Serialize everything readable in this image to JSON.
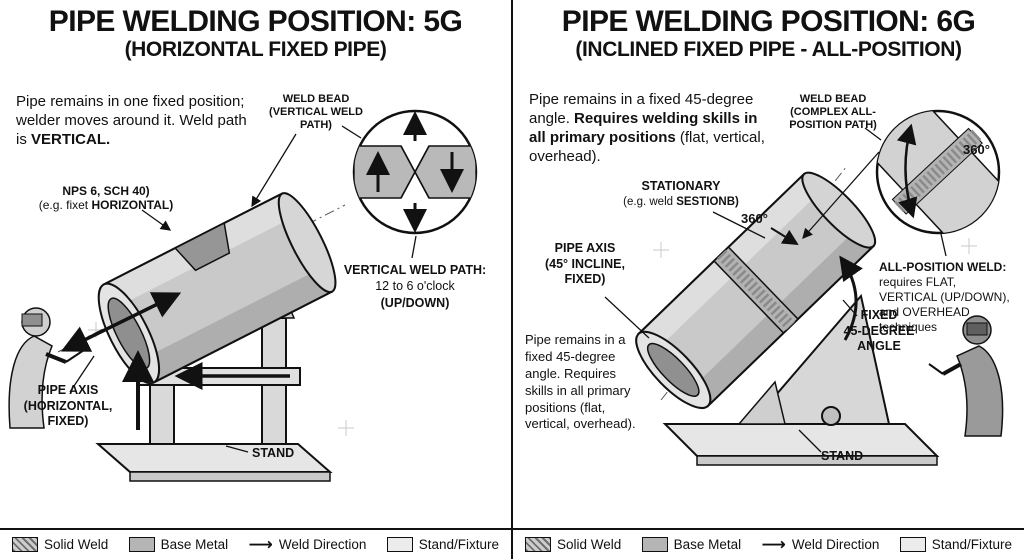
{
  "legend": {
    "items": [
      {
        "label": "Solid Weld",
        "swatch": "hatched"
      },
      {
        "label": "Base Metal",
        "swatch": "solid"
      },
      {
        "label": "Weld Direction",
        "swatch": "arrow",
        "glyph": "⟶"
      },
      {
        "label": "Stand/Fixture",
        "swatch": "light"
      }
    ]
  },
  "panels": [
    {
      "title": "PIPE WELDING POSITION: 5G",
      "subtitle": "(HORIZONTAL FIXED PIPE)",
      "intro": {
        "a": "Pipe remains in one fixed position; welder moves around it. Weld path is ",
        "b": "VERTICAL."
      },
      "labels": {
        "weld_bead": "WELD BEAD\n(VERTICAL WELD\nPATH)",
        "nps_line1": "NPS 6, SCH 40)",
        "nps_line2a": "(e.g. fixet ",
        "nps_line2b": "HORIZONTAL)",
        "weld_path_line1": "VERTICAL WELD PATH:",
        "weld_path_line2": "12 to 6 o'clock",
        "weld_path_line3": "(UP/DOWN)",
        "pipe_axis": "PIPE AXIS\n(HORIZONTAL,\nFIXED)",
        "stand": "STAND"
      }
    },
    {
      "title": "PIPE WELDING POSITION: 6G",
      "subtitle": "(INCLINED FIXED PIPE - ALL-POSITION)",
      "intro": {
        "a": "Pipe remains in a fixed 45-degree angle.  ",
        "b": "Requires welding skills in all primary positions ",
        "c": "(flat, vertical, overhead)."
      },
      "labels": {
        "weld_bead": "WELD BEAD\n(COMPLEX ALL-\nPOSITION PATH)",
        "stationary_line1": "STATIONARY",
        "stationary_line2a": "(e.g. weld ",
        "stationary_line2b": "SESTIONB)",
        "rotation_pipe": "360°",
        "rotation_inset": "360°",
        "pipe_axis": "PIPE AXIS\n(45° INCLINE,\nFIXED)",
        "fixed_angle": "FIXED\n45-DEGREE\nANGLE",
        "all_position_line1": "ALL-POSITION WELD:",
        "all_position_rest": "requires FLAT, VERTICAL (UP/DOWN), and OVERHEAD techniques",
        "side_note": "Pipe remains in a fixed 45-degree angle. Requires skills in all primary positions (flat, vertical, overhead).",
        "stand": "STAND"
      }
    }
  ]
}
